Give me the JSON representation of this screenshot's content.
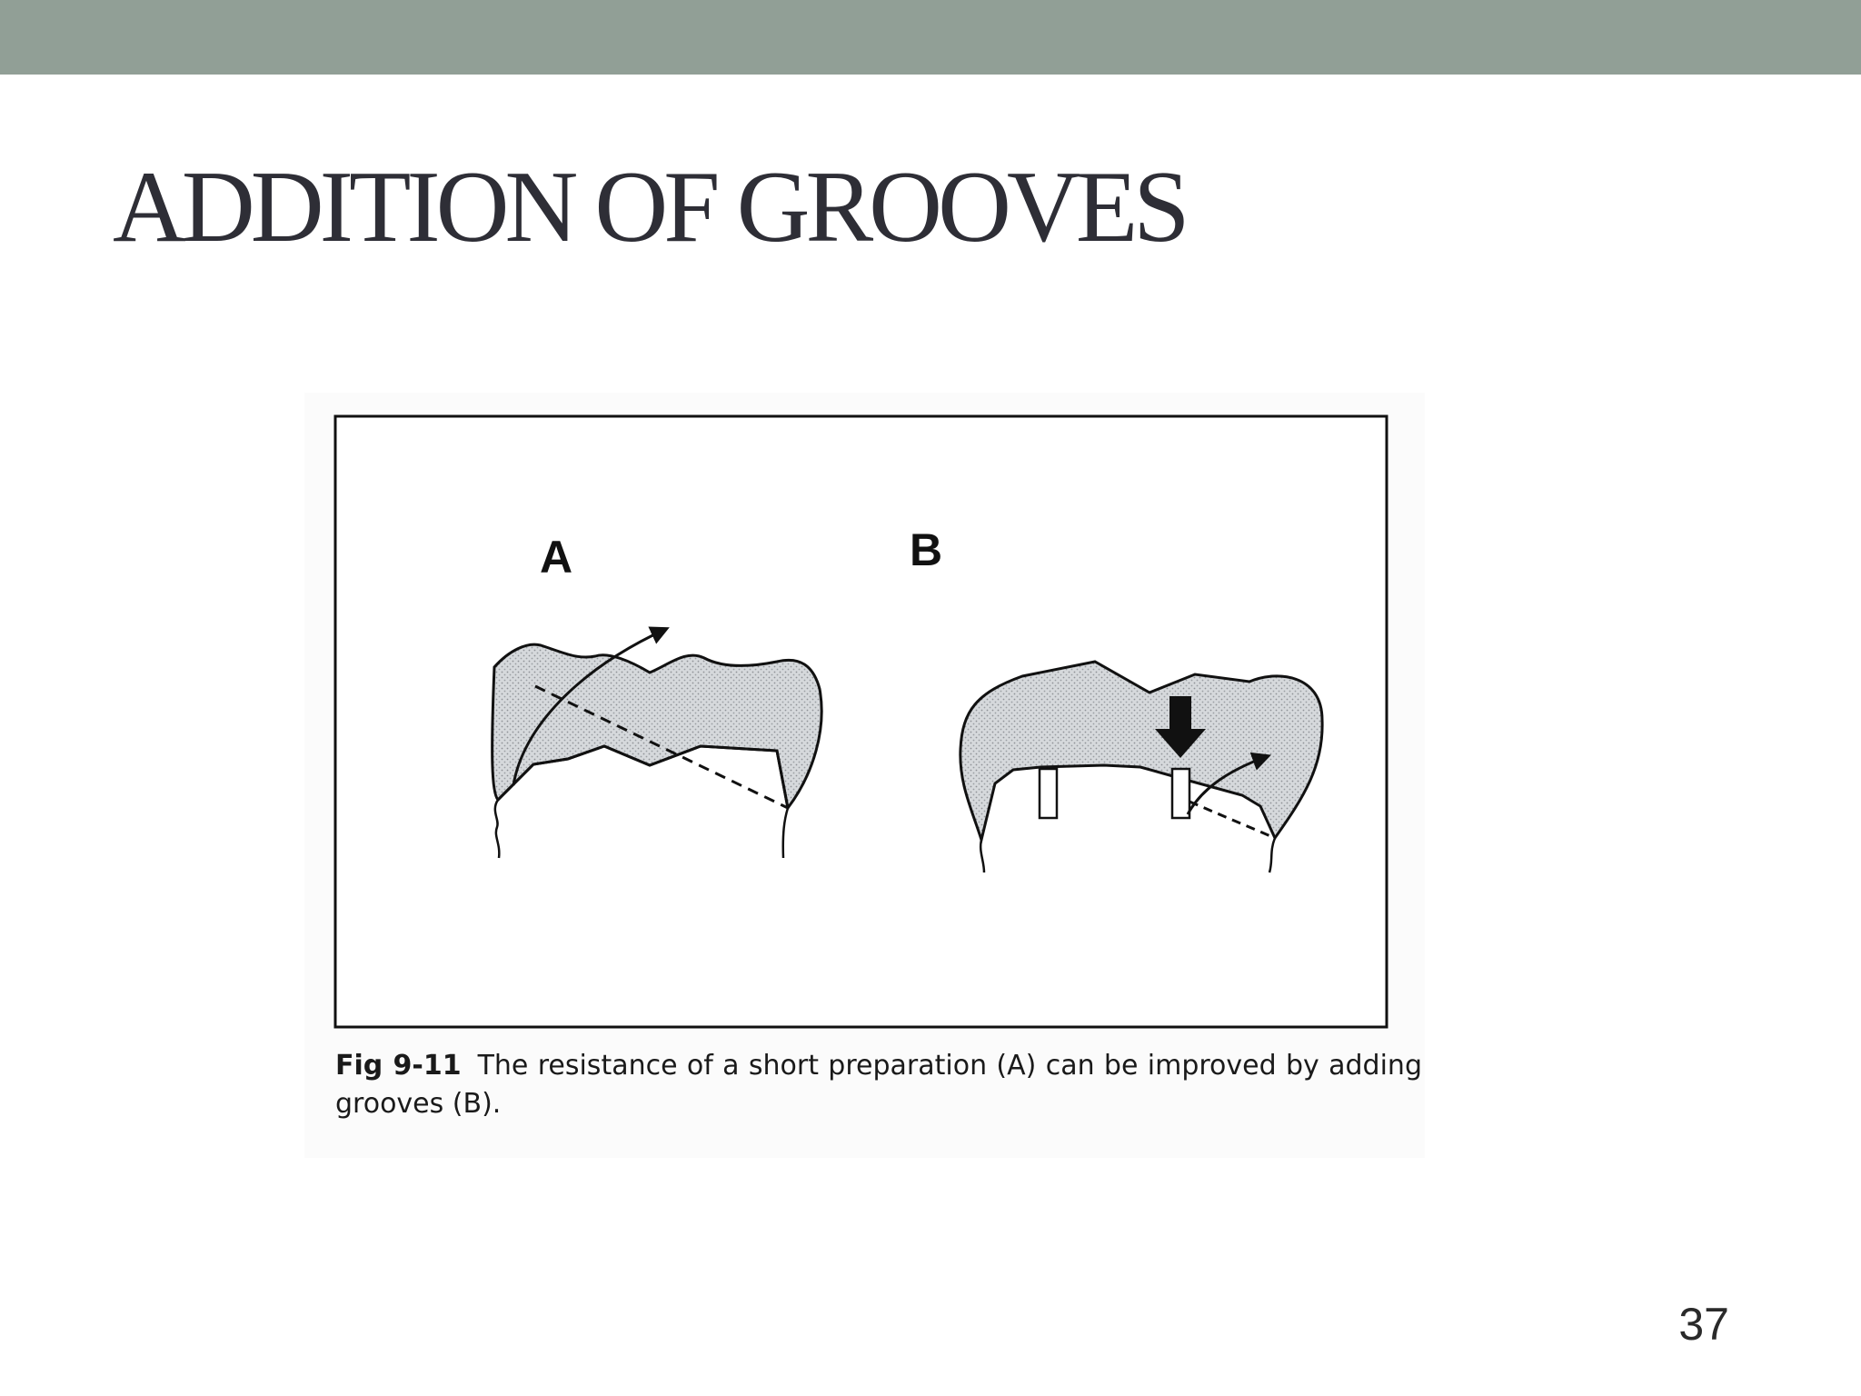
{
  "slide": {
    "title": "ADDITION OF GROOVES",
    "page_number": "37",
    "header_band_color": "#919f96"
  },
  "figure": {
    "label_a": "A",
    "label_b": "B",
    "caption_number": "Fig 9-11",
    "caption_text": "The resistance of a short preparation (A) can be improved by adding grooves (B).",
    "fill_color": "#d4d8db"
  }
}
